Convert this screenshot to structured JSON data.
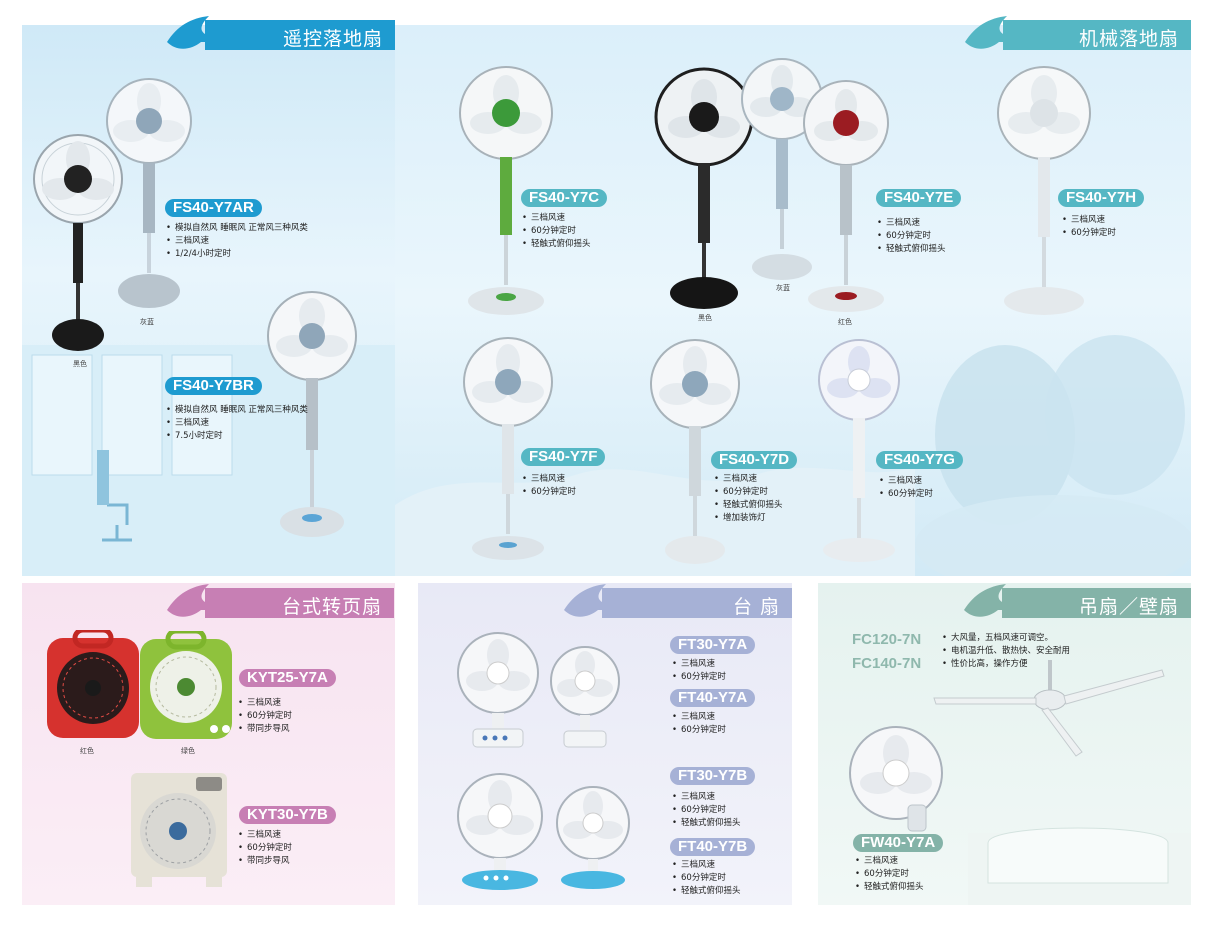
{
  "sections": {
    "remote": {
      "title": "遥控落地扇",
      "color": "#1e9bd0",
      "products": [
        {
          "model": "FS40-Y7AR",
          "features": [
            "模拟自然风  睡眠风  正常风三种风类",
            "三档风速",
            "1/2/4小时定时"
          ],
          "colors": [
            "黑色",
            "灰蓝"
          ]
        },
        {
          "model": "FS40-Y7BR",
          "features": [
            "模拟自然风  睡眠风  正常风三种风类",
            "三档风速",
            "7.5小时定时"
          ]
        }
      ]
    },
    "mechanical": {
      "title": "机械落地扇",
      "color": "#55b7c4",
      "products": [
        {
          "model": "FS40-Y7C",
          "features": [
            "三档风速",
            "60分钟定时",
            "轻触式俯仰摇头"
          ]
        },
        {
          "model": "FS40-Y7E",
          "features": [
            "三档风速",
            "60分钟定时",
            "轻触式俯仰摇头"
          ],
          "colors": [
            "黑色",
            "灰蓝",
            "红色"
          ]
        },
        {
          "model": "FS40-Y7H",
          "features": [
            "三档风速",
            "60分钟定时"
          ]
        },
        {
          "model": "FS40-Y7F",
          "features": [
            "三档风速",
            "60分钟定时"
          ]
        },
        {
          "model": "FS40-Y7D",
          "features": [
            "三档风速",
            "60分钟定时",
            "轻触式俯仰摇头",
            "增加装饰灯"
          ]
        },
        {
          "model": "FS40-Y7G",
          "features": [
            "三档风速",
            "60分钟定时"
          ]
        }
      ]
    },
    "box": {
      "title": "台式转页扇",
      "color": "#c77fb4",
      "products": [
        {
          "model": "KYT25-Y7A",
          "features": [
            "三档风速",
            "60分钟定时",
            "带同步导风"
          ],
          "colors": [
            "红色",
            "绿色"
          ]
        },
        {
          "model": "KYT30-Y7B",
          "features": [
            "三档风速",
            "60分钟定时",
            "带同步导风"
          ]
        }
      ]
    },
    "table": {
      "title": "台  扇",
      "color": "#a6b1d6",
      "products": [
        {
          "model": "FT30-Y7A",
          "features": [
            "三档风速",
            "60分钟定时"
          ]
        },
        {
          "model": "FT40-Y7A",
          "features": [
            "三档风速",
            "60分钟定时"
          ]
        },
        {
          "model": "FT30-Y7B",
          "features": [
            "三档风速",
            "60分钟定时",
            "轻触式俯仰摇头"
          ]
        },
        {
          "model": "FT40-Y7B",
          "features": [
            "三档风速",
            "60分钟定时",
            "轻触式俯仰摇头"
          ]
        }
      ]
    },
    "ceiling": {
      "title": "吊扇／壁扇",
      "color": "#84b3a8",
      "ceiling_models": [
        "FC120-7N",
        "FC140-7N"
      ],
      "ceiling_features": [
        "大风量，五档风速可调空。",
        "电机温升低、散热快、安全耐用",
        "性价比高，操作方便"
      ],
      "products": [
        {
          "model": "FW40-Y7A",
          "features": [
            "三档风速",
            "60分钟定时",
            "轻触式俯仰摇头"
          ]
        }
      ]
    }
  }
}
